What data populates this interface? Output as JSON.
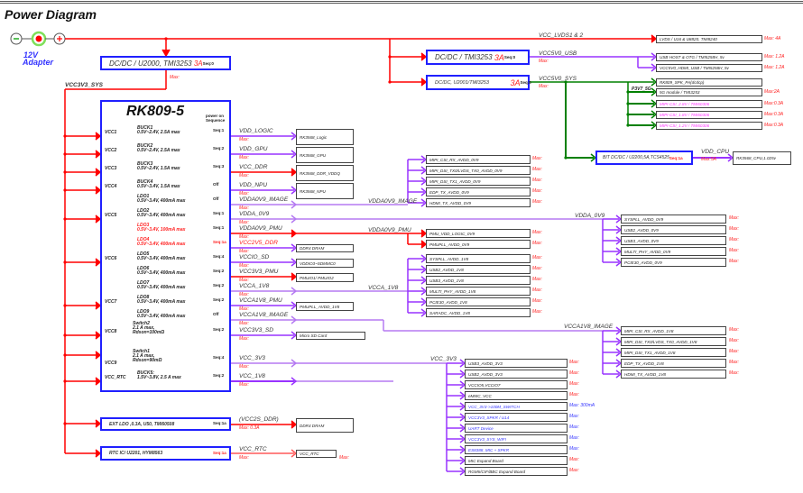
{
  "title": "Power Diagram",
  "adapter": {
    "label_1": "12V",
    "label_2": "Adapter"
  },
  "colors": {
    "power_12v": "#ff0000",
    "pmic_outline": "#2020ff",
    "rail_purple": "#9933ff",
    "rail_green": "#008000",
    "max_text": "#ff2020"
  },
  "max_label": "Max:",
  "main_dcdc": {
    "label": "DC/DC / U2000, TMI3253",
    "current": "3A",
    "seq": "Seq:0",
    "max": "Max:",
    "rail": "VCC3V3_SYS"
  },
  "pmic": {
    "title": "RK809-5",
    "sequence_note_1": "power on",
    "sequence_note_2": "Sequence",
    "inputs": [
      "VCC1",
      "VCC2",
      "VCC3",
      "VCC4",
      "VCC5",
      "VCC6",
      "VCC7",
      "VCC8",
      "VCC9",
      "VCC_RTC"
    ],
    "channels": [
      {
        "name": "BUCK1",
        "spec": "0.5V~2.4V, 2.5A max",
        "seq": "Seq:1",
        "rail": "VDD_LOGIC",
        "load": "RK3568_Logic"
      },
      {
        "name": "BUCK2",
        "spec": "0.5V~2.4V, 2.5A max",
        "seq": "Seq:2",
        "rail": "VDD_GPU",
        "load": "RK3568_GPU"
      },
      {
        "name": "BUCK3",
        "spec": "0.5V~2.4V, 1.5A max",
        "seq": "Seq:3",
        "rail": "VCC_DDR",
        "load": "RK3568_DDR_VDDQ"
      },
      {
        "name": "BUCK4",
        "spec": "0.5V~3.4V, 1.5A max",
        "seq": "Off",
        "rail": "VDD_NPU",
        "load": "RK3568_NPU"
      },
      {
        "name": "LDO1",
        "spec": "0.5V~3.4V, 400mA max",
        "seq": "Off",
        "rail": "VDDA0V9_IMAGE"
      },
      {
        "name": "LDO2",
        "spec": "0.5V~3.4V, 400mA max",
        "seq": "Seq:1",
        "rail": "VDDA_0V9"
      },
      {
        "name": "LDO3",
        "spec": "0.5V~3.4V, 100mA max",
        "seq": "Seq:1",
        "rail": "VDDA0V9_PMU"
      },
      {
        "name": "LDO4",
        "spec": "0.5V~3.4V, 400mA max",
        "seq": "Seq:1a",
        "rail": "VCC2V5_DDR",
        "load": "DDR4 DRAM"
      },
      {
        "name": "LDO5",
        "spec": "0.5V~3.4V, 400mA max",
        "seq": "Seq:4",
        "rail": "VCCIO_SD",
        "load": "VDDIO3~SDMMC0"
      },
      {
        "name": "LDO6",
        "spec": "0.5V~3.4V, 400mA max",
        "seq": "Seq:2",
        "rail": "VCC3V3_PMU",
        "load": "PMUIO1/ PMUIO2"
      },
      {
        "name": "LDO7",
        "spec": "0.5V~3.4V, 400mA max",
        "seq": "Seq:2",
        "rail": "VCCA_1V8"
      },
      {
        "name": "LDO8",
        "spec": "0.5V~3.4V, 400mA max",
        "seq": "Seq:2",
        "rail": "VCCA1V8_PMU",
        "load": "PMUPLL_AVDD_1V8"
      },
      {
        "name": "LDO9",
        "spec": "0.5V~3.4V, 400mA max",
        "seq": "Off",
        "rail": "VCCA1V8_IMAGE"
      },
      {
        "name": "Switch2",
        "spec": "2.1 A max,",
        "spec_2": "Rdson=100mΩ",
        "seq": "Seq:2",
        "rail": "VCC3V3_SD",
        "load": "Micro SD Card"
      },
      {
        "name": "Switch1",
        "spec": "2.1 A max,",
        "spec_2": "Rdson=90mΩ",
        "seq": "Seq:4",
        "rail": "VCC_3V3"
      },
      {
        "name": "BUCK5:",
        "spec": "1.5V~3.8V, 2.5 A max",
        "seq": "Seq:2",
        "rail": "VCC_1V8"
      }
    ]
  },
  "branches": {
    "vdda0v9_image": {
      "label": "VDDA0V9_IMAGE",
      "loads": [
        "MIPI_CSI_RX_AVDD_0V9",
        "MIPI_DSI_TX0/LVDS_TX0_AVDD_0V9",
        "MIPI_DSI_TX1_AVDD_0V9",
        "EDP_TX_AVDD_0V9",
        "HDMI_TX_AVDD_0V9"
      ]
    },
    "vdda_0v9": {
      "label": "VDDA_0V9",
      "loads": [
        "SYSPLL_AVDD_0V9",
        "USB2_AVDD_0V9",
        "USB3_AVDD_0V9",
        "MULTI_PHY_AVDD_0V9",
        "PCIE30_AVDD_0V9"
      ]
    },
    "vdda0v9_pmu": {
      "label": "VDDA0V9_PMU",
      "loads": [
        "PMU_VDD_LOGIC_0V9",
        "PMUPLL_AVDD_0V9"
      ]
    },
    "vcca_1v8": {
      "label": "VCCA_1V8",
      "loads": [
        "SYSPLL_AVDD_1V8",
        "USB2_AVDD_1V8",
        "USB3_AVDD_1V8",
        "MULTI_PHY_AVDD_1V8",
        "PCIE30_AVDD_1V8",
        "SARADC_AVDD_1V8"
      ]
    },
    "vcca1v8_image": {
      "label": "VCCA1V8_IMAGE",
      "loads": [
        "MIPI_CSI_RX_AVDD_1V8",
        "MIPI_DSI_TX0/LVDS_TX0_AVDD_1V8",
        "MIPI_DSI_TX1_AVDD_1V8",
        "EDP_TX_AVDD_1V8",
        "HDMI_TX_AVDD_1V8"
      ]
    },
    "vcc_3v3": {
      "label": "VCC_3V3",
      "loads": [
        {
          "text": "USB3_AVDD_3V3",
          "max": "Max:"
        },
        {
          "text": "USB2_AVDD_3V3",
          "max": "Max:"
        },
        {
          "text": "VCCIO5,VCCIO7",
          "max": "Max:"
        },
        {
          "text": "eMMC_VCC",
          "max": "Max:"
        },
        {
          "text": "VCC_3V3->100M_SWITCH",
          "max": "Max: 300mA",
          "accent": "blue"
        },
        {
          "text": "VCC3V3_SPKR / U14",
          "max": "Max:",
          "accent": "blue"
        },
        {
          "text": "UART Device",
          "max": "Max:",
          "accent": "blue"
        },
        {
          "text": "VCC3V3_SYS_WIFI",
          "max": "Max:",
          "accent": "blue"
        },
        {
          "text": "ES8388_MIC + SPKR",
          "max": "Max:",
          "accent": "blue"
        },
        {
          "text": "MIC Expand Board",
          "max": "Max:"
        },
        {
          "text": "RGMII/CIF/BBC Expand Board",
          "max": "Max:"
        }
      ]
    }
  },
  "lvds": {
    "rail": "VCC_LVDS1 & 2",
    "load": "LVDS / U16 & U8820, TMI8240",
    "max": "Max: 4A"
  },
  "usb_dcdc": {
    "label": "DC/DC / TMI3253",
    "current": "3A",
    "seq": "Seq:0",
    "rail": "VCC5V0_USB",
    "max": "Max:",
    "loads": [
      {
        "text": "USB HOST & OTG / TMI5258H_5v",
        "max": "Max: 1.2A"
      },
      {
        "text": "VCC5V0_HDMI_USB / TMI5258H_5v",
        "max": "Max: 1.2A"
      }
    ]
  },
  "sys_dcdc": {
    "label": "DC/DC, U2001/TMI3253",
    "current": "3A",
    "seq": "Seq:0",
    "rail": "VCC5V0_SYS",
    "max": "Max:",
    "sub_rail": "P3V7_5G",
    "loads": [
      {
        "text": "RK809_SPK_PA(dcdcp)",
        "max": ""
      },
      {
        "text": "5G module / TMI3253",
        "max": "Max:2A"
      },
      {
        "text": "MIPI-CSI_2.8V / TMI60306",
        "max": "Max:0.3A",
        "accent": "magenta"
      },
      {
        "text": "MIPI-CSI_1.8V / TMI60306",
        "max": "Max:0.3A",
        "accent": "magenta"
      },
      {
        "text": "MIPI-CSI_1.2V / TMI60306",
        "max": "Max:0.3A",
        "accent": "magenta"
      }
    ]
  },
  "cpu_dcdc": {
    "label": "BIT DC/DC / U2200,5A,TCS4525",
    "seq": "Seq:1a",
    "rail": "VDD_CPU",
    "max": "Max:5A",
    "load": "RK3568_CPU,1.025v"
  },
  "ext_ldo": {
    "label": "EXT LDO ,0.3A, U50, TMI60508",
    "seq": "Seq:1a",
    "rail": "(VCC2S_DDR)",
    "max": "Max: 0.3A",
    "load": "DDR4 DRAM"
  },
  "rtc": {
    "label": "RTC IC/ U2201, HYM8563",
    "seq": "Seq:1a",
    "rail": "VCC_RTC",
    "max": "Max:",
    "load": "VCC_RTC",
    "load_max": "Max:"
  }
}
